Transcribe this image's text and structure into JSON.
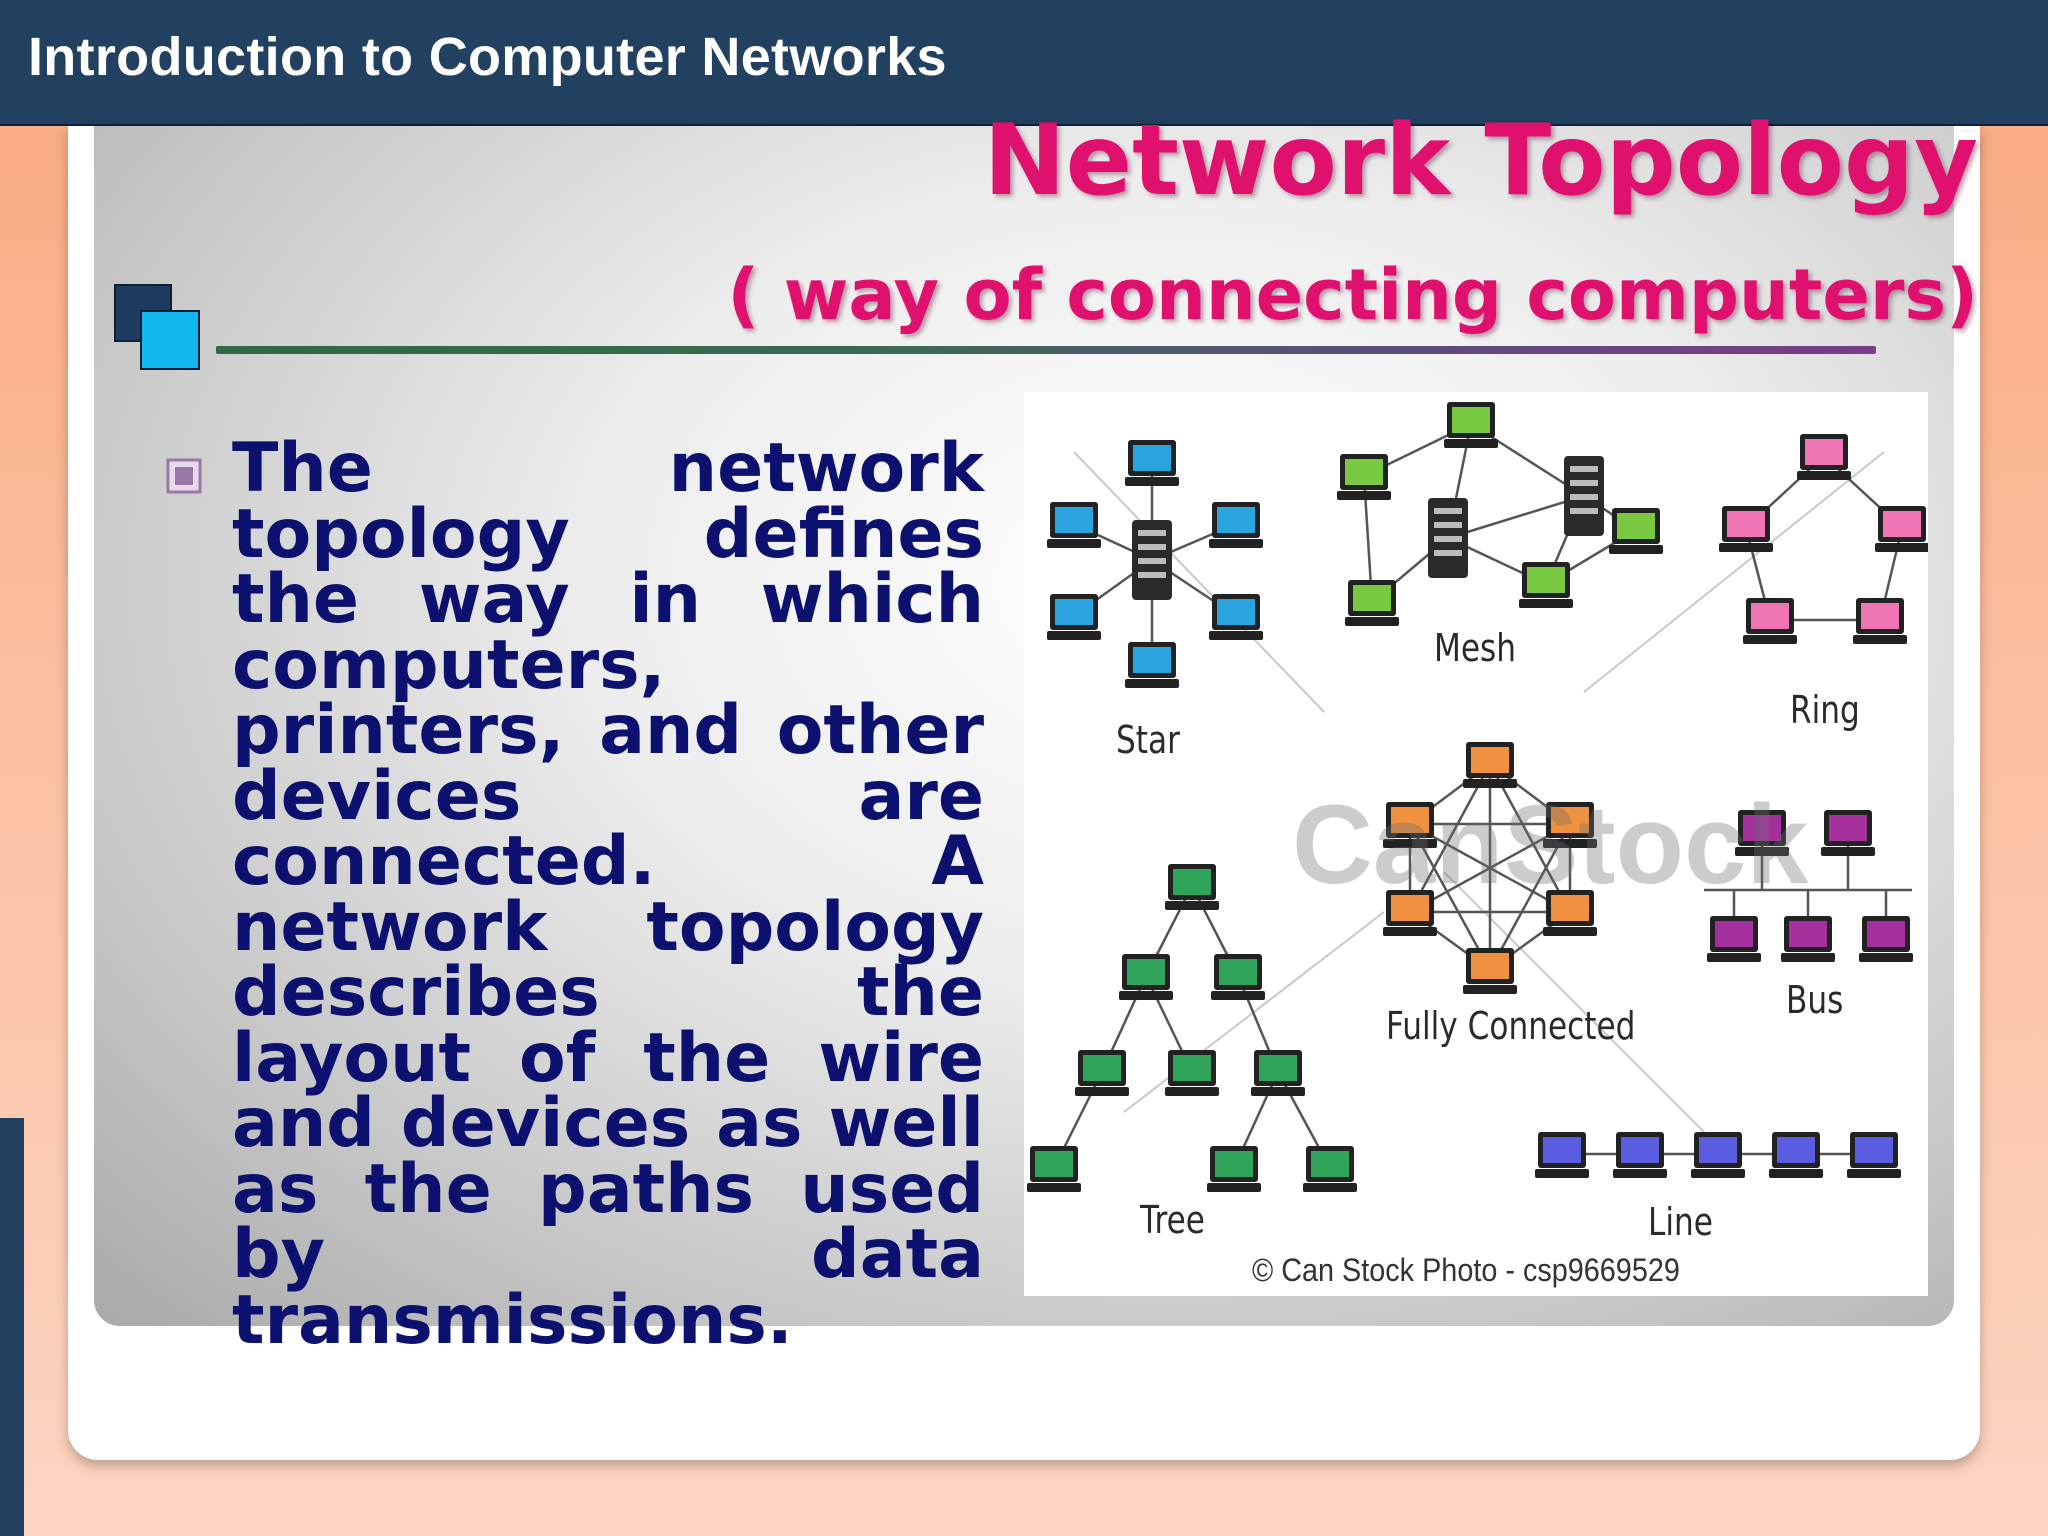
{
  "header": {
    "title": "Introduction to Computer Networks"
  },
  "slide": {
    "title": "Network Topology",
    "subtitle": "( way of connecting computers)",
    "body": "The network topology defines the way in which computers, printers, and other devices are connected. A network topology describes the layout of the wire and devices as well as the paths used by data transmissions."
  },
  "diagram": {
    "labels": {
      "star": "Star",
      "mesh": "Mesh",
      "ring": "Ring",
      "fully_connected": "Fully Connected",
      "bus": "Bus",
      "tree": "Tree",
      "line": "Line"
    },
    "watermark": "CanStock",
    "credit": "© Can Stock Photo - csp9669529"
  },
  "colors": {
    "header_bg": "#22405f",
    "title": "#e0106e",
    "body_text": "#0c1170",
    "star_node": "#2aa3df",
    "mesh_node": "#7ac943",
    "ring_node": "#f075b4",
    "fully_connected_node": "#f0913f",
    "bus_node": "#a3309d",
    "tree_node": "#2fa35a",
    "line_node": "#5a5de0"
  }
}
